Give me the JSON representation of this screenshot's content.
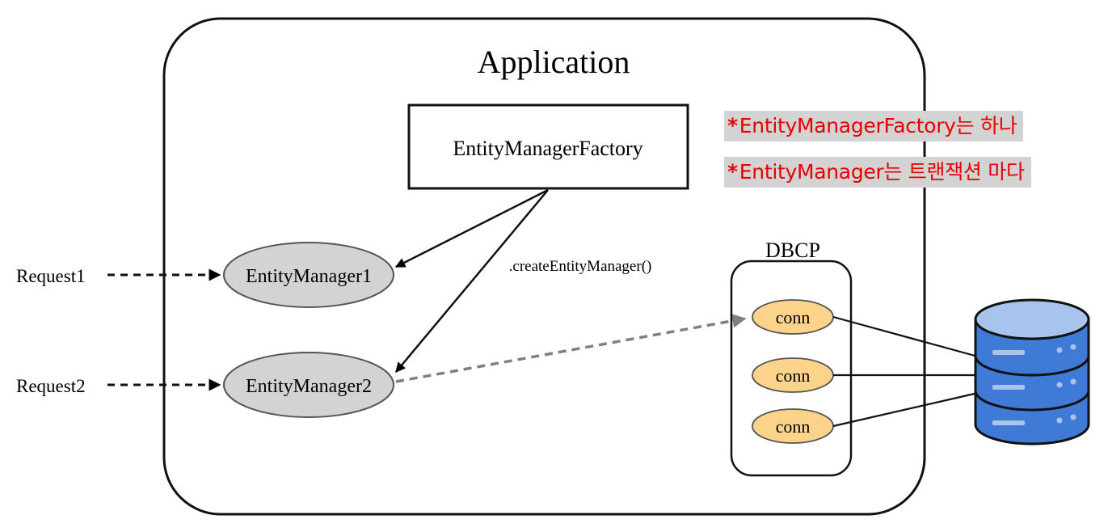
{
  "diagram": {
    "title": "Application",
    "factory_label": "EntityManagerFactory",
    "create_method_label": ".createEntityManager()",
    "entity_managers": [
      {
        "label": "EntityManager1"
      },
      {
        "label": "EntityManager2"
      }
    ],
    "requests": [
      {
        "label": "Request1"
      },
      {
        "label": "Request2"
      }
    ],
    "pool": {
      "label": "DBCP",
      "connections": [
        "conn",
        "conn",
        "conn"
      ]
    },
    "database_icon": "database-icon",
    "notes": [
      {
        "marker": "*",
        "text": "EntityManagerFactory는 하나"
      },
      {
        "marker": "*",
        "text": "EntityManager는 트랜잭션 마다"
      }
    ],
    "colors": {
      "note_text": "#e60000",
      "note_background": "#d3d3d3",
      "entity_manager_fill": "#d3d3d3",
      "connection_fill": "#fcd38b",
      "database_fill": "#3f7bd6",
      "database_top": "#a8c3ec"
    }
  }
}
